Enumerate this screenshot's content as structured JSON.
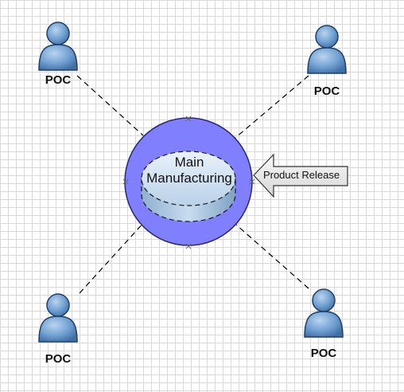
{
  "center": {
    "line1": "Main",
    "line2": "Manufacturing"
  },
  "arrow": {
    "label": "Product Release"
  },
  "people": [
    {
      "label": "POC"
    },
    {
      "label": "POC"
    },
    {
      "label": "POC"
    },
    {
      "label": "POC"
    }
  ],
  "colors": {
    "ring": "#8080ff",
    "disk": "#a9c6e0",
    "person": "#6f9fd0",
    "arrow_fill": "#e8e8e8",
    "connector": "#000000"
  }
}
